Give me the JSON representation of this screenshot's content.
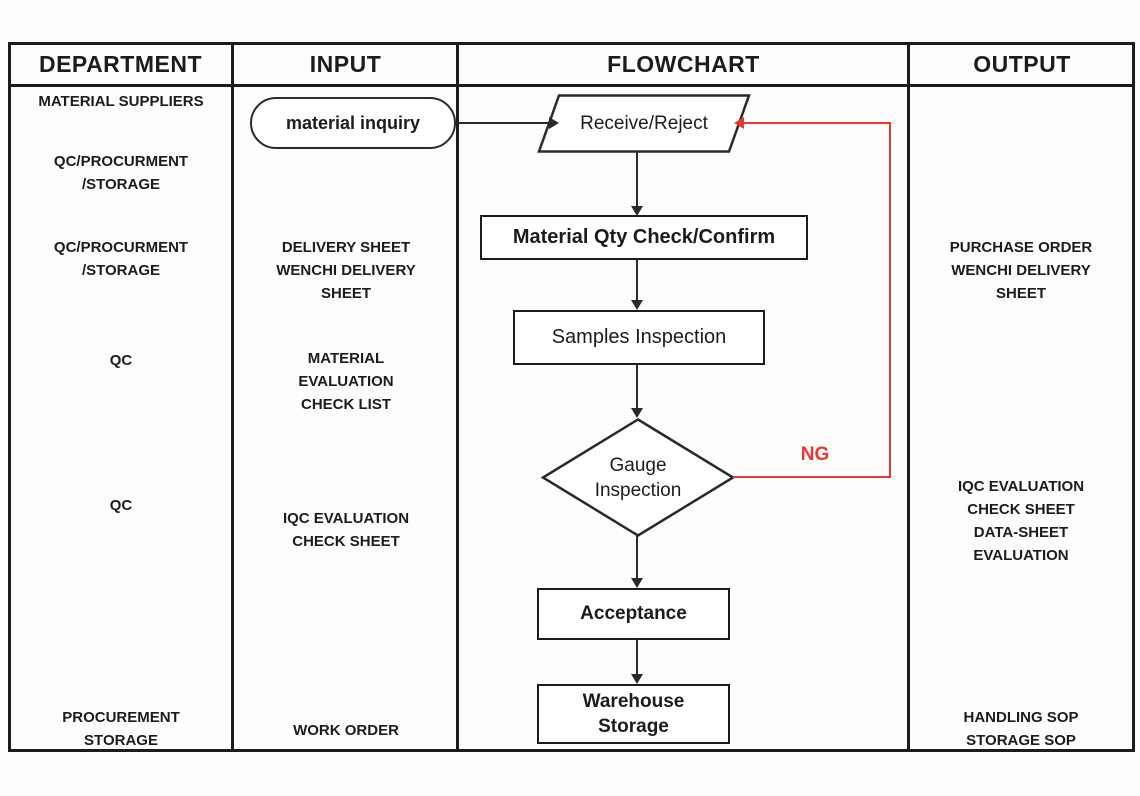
{
  "colors": {
    "ink": "#1c1c1c",
    "accent_red": "#e8392f",
    "background": "#fdfdfd"
  },
  "headers": {
    "department": "DEPARTMENT",
    "input": "INPUT",
    "flowchart": "FLOWCHART",
    "output": "OUTPUT"
  },
  "department": {
    "row1": "MATERIAL SUPPLIERS",
    "row2": "QC/PROCURMENT\n/STORAGE",
    "row3": "QC/PROCURMENT\n/STORAGE",
    "row4": "QC",
    "row5": "QC",
    "row6": "PROCUREMENT\nSTORAGE"
  },
  "input": {
    "material_inquiry": "material inquiry",
    "row2": "DELIVERY SHEET\nWENCHI DELIVERY\nSHEET",
    "row3": "MATERIAL\nEVALUATION\nCHECK LIST",
    "row4": "IQC EVALUATION\nCHECK SHEET",
    "row5": "WORK ORDER"
  },
  "output": {
    "row1": "PURCHASE ORDER\nWENCHI DELIVERY\nSHEET",
    "row2": "IQC EVALUATION\nCHECK SHEET\nDATA-SHEET\nEVALUATION",
    "row3": "HANDLING SOP\nSTORAGE SOP"
  },
  "flowchart": {
    "nodes": {
      "receive_reject": "Receive/Reject",
      "material_qty_check": "Material Qty Check/Confirm",
      "samples_inspection": "Samples Inspection",
      "gauge_inspection": "Gauge\nInspection",
      "acceptance": "Acceptance",
      "warehouse_storage": "Warehouse\nStorage"
    },
    "ng_label": "NG",
    "edges": [
      {
        "from": "material inquiry",
        "to": "Receive/Reject",
        "color": "black"
      },
      {
        "from": "Receive/Reject",
        "to": "Material Qty Check/Confirm",
        "color": "black"
      },
      {
        "from": "Material Qty Check/Confirm",
        "to": "Samples Inspection",
        "color": "black"
      },
      {
        "from": "Samples Inspection",
        "to": "Gauge Inspection",
        "color": "black"
      },
      {
        "from": "Gauge Inspection",
        "to": "Acceptance",
        "color": "black"
      },
      {
        "from": "Acceptance",
        "to": "Warehouse Storage",
        "color": "black"
      },
      {
        "from": "Gauge Inspection",
        "to": "Receive/Reject",
        "label": "NG",
        "color": "red"
      }
    ]
  }
}
